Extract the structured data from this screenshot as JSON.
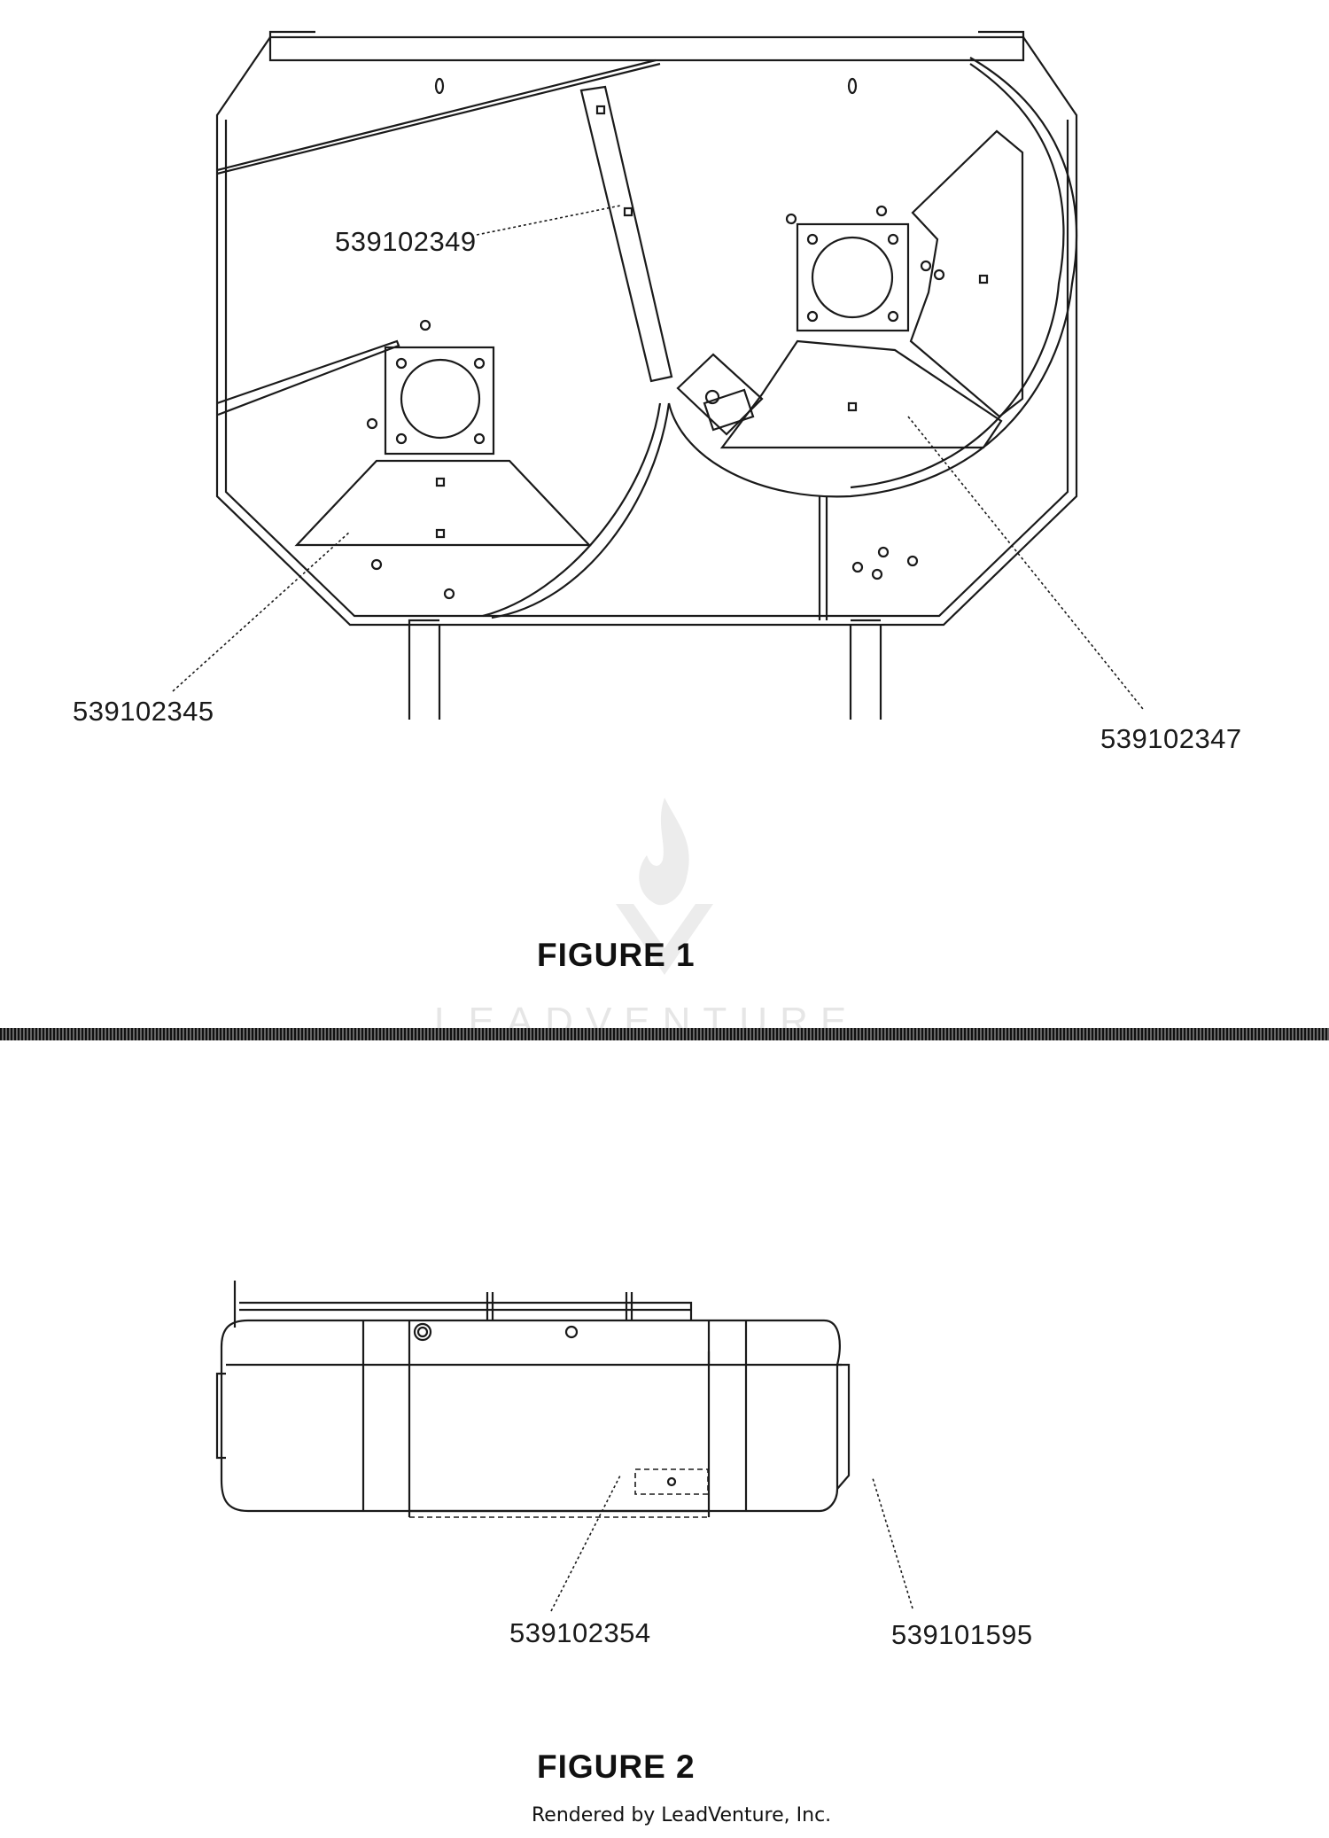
{
  "figure1": {
    "title": "FIGURE 1",
    "callouts": {
      "part_349": "539102349",
      "part_345": "539102345",
      "part_347": "539102347"
    }
  },
  "figure2": {
    "title": "FIGURE 2",
    "callouts": {
      "part_354": "539102354",
      "part_595": "539101595"
    }
  },
  "watermark": {
    "text": "LEADVENTURE"
  },
  "footer": {
    "text": "Rendered by LeadVenture, Inc."
  },
  "colors": {
    "line": "#1a1a1a",
    "watermark": "#e6e6e6"
  }
}
